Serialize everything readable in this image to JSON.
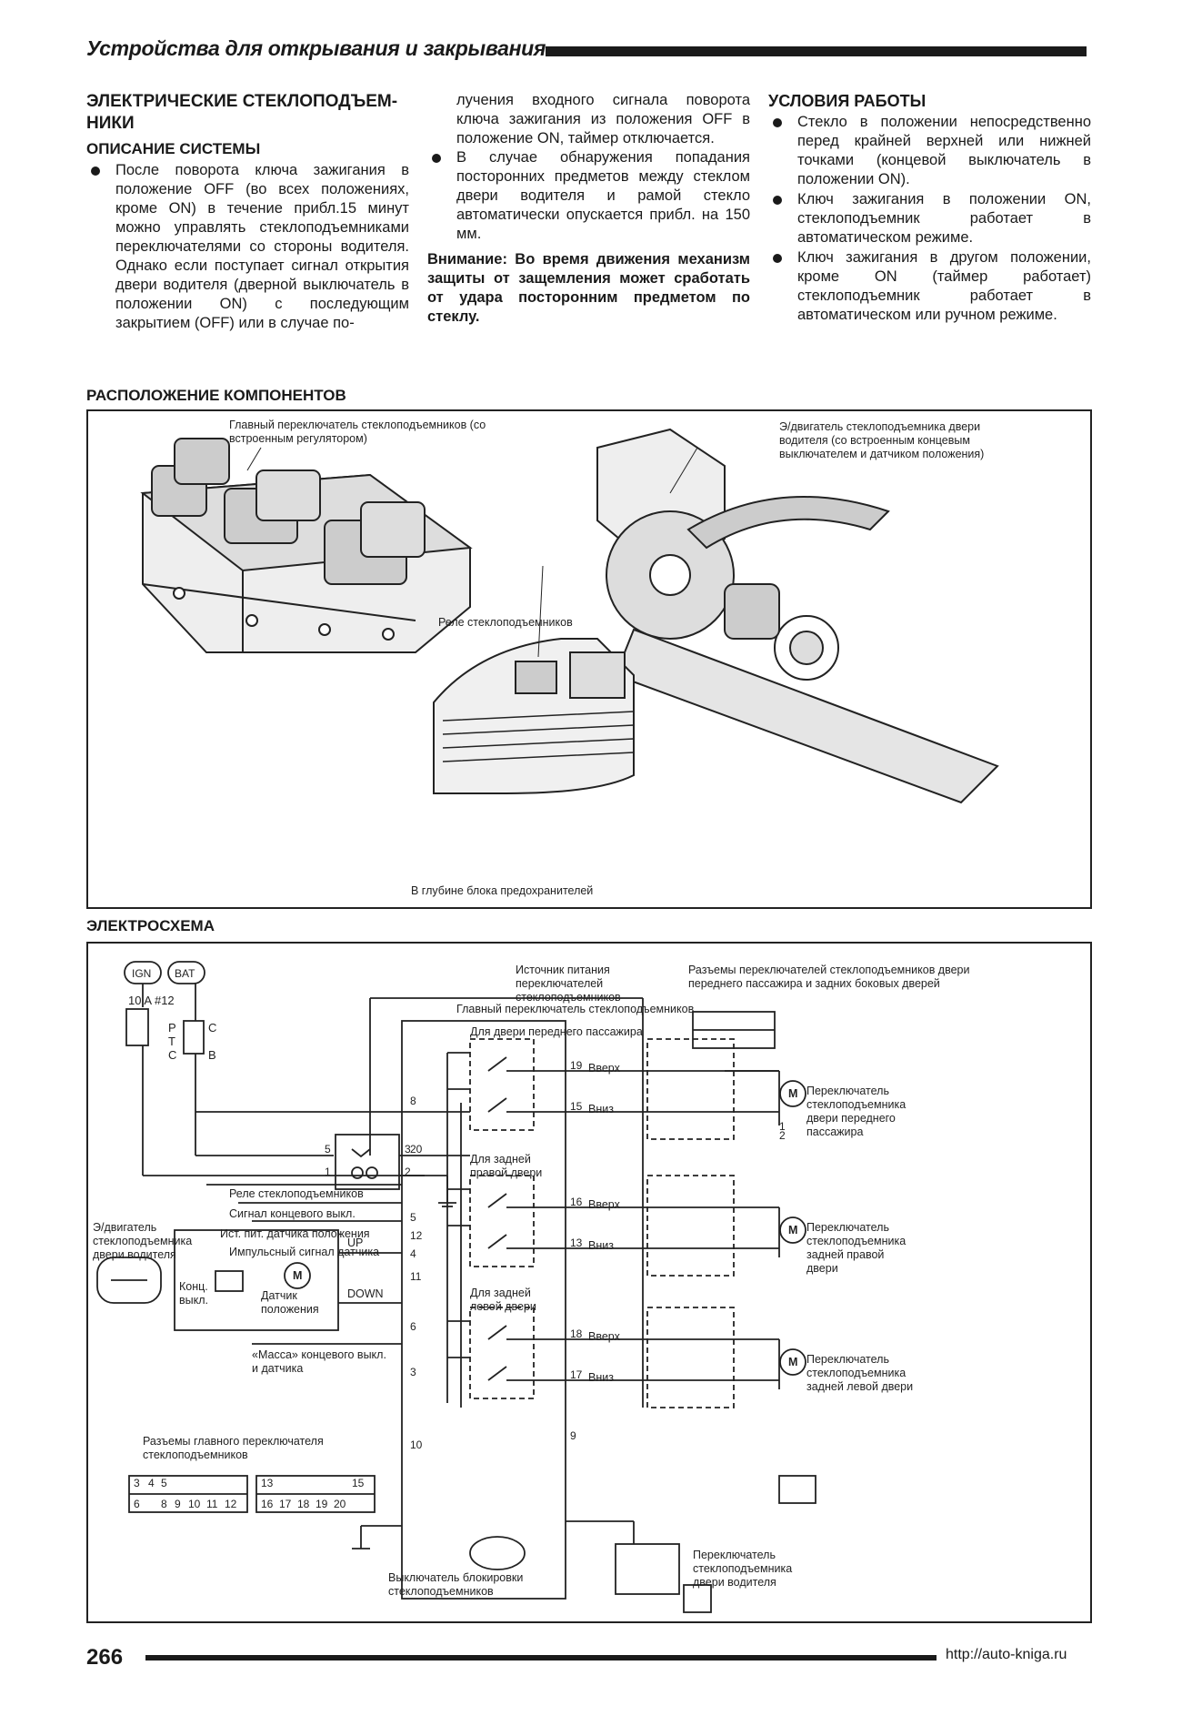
{
  "header": {
    "title": "Устройства для открывания и закрывания"
  },
  "col1": {
    "heading_line1": "ЭЛЕКТРИЧЕСКИЕ СТЕКЛОПОДЪЕМ-",
    "heading_line2": "НИКИ",
    "subheading": "ОПИСАНИЕ СИСТЕМЫ",
    "bullet1": "После поворота ключа зажигания в положение OFF (во всех положениях, кроме ON) в течение прибл.15 минут можно управлять стеклоподъемниками переключателями со стороны водителя. Однако если поступает сигнал открытия двери водителя (дверной выключатель в положении ON) с последующим закрытием (OFF) или в случае по-"
  },
  "col2": {
    "continuation": "лучения входного сигнала поворота ключа зажигания из положения OFF в положение ON, таймер отключается.",
    "bullet1": "В случае обнаружения попадания посторонних предметов между стеклом двери водителя и рамой стекло автоматически опускается прибл. на 150 мм.",
    "warning": "Внимание: Во время движения механизм защиты от защемления может сработать от удара посторонним предметом по стеклу."
  },
  "col3": {
    "heading": "УСЛОВИЯ РАБОТЫ",
    "bullet1": "Стекло в положении непосредственно перед крайней верхней или нижней точками (концевой выключатель в положении ON).",
    "bullet2": "Ключ зажигания в положении ON, стеклоподъемник работает в автоматическом режиме.",
    "bullet3": "Ключ зажигания в другом положении, кроме ON (таймер работает) стеклоподъемник работает в автоматическом или ручном режиме."
  },
  "components": {
    "title": "РАСПОЛОЖЕНИЕ КОМПОНЕНТОВ",
    "label_main_switch": "Главный переключатель стеклоподъемников (со встроенным регулятором)",
    "label_motor": "Э/двигатель стеклоподъемника двери водителя (со встроенным концевым выключателем и датчиком положения)",
    "label_relay": "Реле стеклоподъемников",
    "label_fuse_block": "В глубине блока предохранителей"
  },
  "schematic": {
    "title": "ЭЛЕКТРОСХЕМА",
    "ign": "IGN",
    "bat": "BAT",
    "fuse_10": "10",
    "fuse_a": "A",
    "fuse_hash": "#",
    "fuse_12": "12",
    "ptc_p": "P",
    "ptc_t": "T",
    "ptc_c": "C",
    "ptc_c2": "C",
    "ptc_b": "B",
    "power_source": "Источник питания переключателей стеклоподъемников",
    "main_switch": "Главный переключатель стеклоподъемников",
    "front_passenger": "Для двери переднего пассажира",
    "rear_right": "Для задней правой двери",
    "rear_left": "Для задней левой двери",
    "up": "Вверх",
    "down": "Вниз",
    "sw_front_pass": "Переключатель стеклоподъемника двери переднего пассажира",
    "sw_rear_right": "Переключатель стеклоподъемника задней правой двери",
    "sw_rear_left": "Переключатель стеклоподъемника задней левой двери",
    "sw_driver": "Переключатель стеклоподъемника двери водителя",
    "connectors_pass": "Разъемы переключателей стеклоподъемников двери переднего пассажира и задних боковых дверей",
    "connectors_main": "Разъемы главного переключателя стеклоподъемников",
    "relay": "Реле стеклоподъемников",
    "limit_signal": "Сигнал концевого выкл.",
    "sensor_power": "Ист. пит. датчика положения",
    "pulse_signal": "Импульсный сигнал датчика",
    "ground_label": "«Масса» концевого выкл. и датчика",
    "motor_driver": "Э/двигатель стеклоподъемника двери водителя",
    "lock_switch": "Выключатель блокировки стеклоподъемников",
    "limit_switch_short": "Конц. выкл.",
    "sensor_short": "Датчик положения",
    "up_en": "UP",
    "down_en": "DOWN",
    "motor": "M"
  },
  "footer": {
    "page": "266",
    "url": "http://auto-kniga.ru"
  }
}
